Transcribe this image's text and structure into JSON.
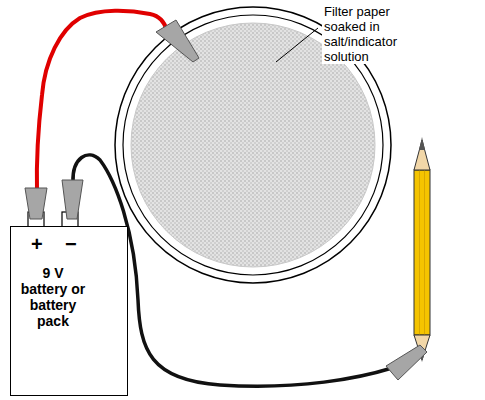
{
  "diagram": {
    "nodes": [
      {
        "text": [
          "+",
          "−",
          "9 V battery or battery pack"
        ]
      }
    ],
    "labels": [
      "Filter paper soaked in salt/indicator solution"
    ]
  }
}
